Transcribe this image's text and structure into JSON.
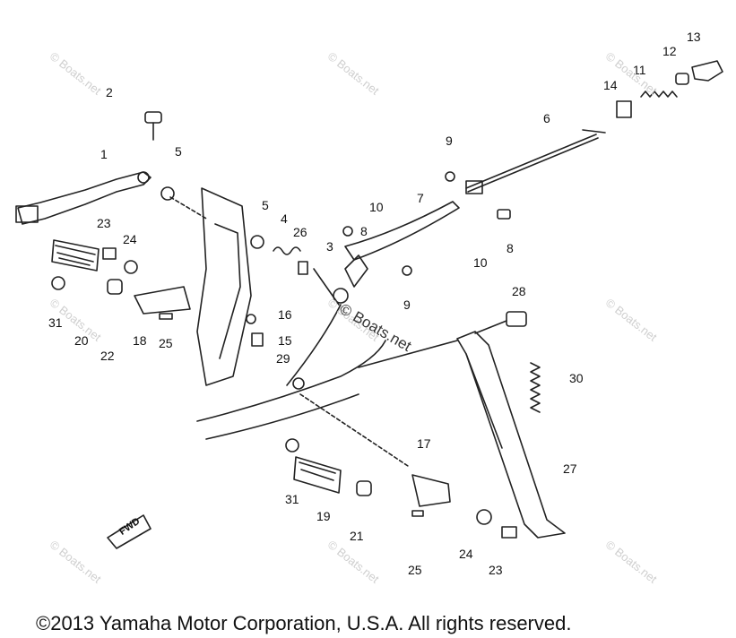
{
  "callouts": [
    "1",
    "2",
    "3",
    "4",
    "5",
    "5",
    "6",
    "7",
    "8",
    "8",
    "9",
    "9",
    "10",
    "10",
    "11",
    "12",
    "13",
    "14",
    "15",
    "16",
    "17",
    "18",
    "19",
    "20",
    "21",
    "22",
    "23",
    "23",
    "24",
    "24",
    "25",
    "25",
    "26",
    "27",
    "28",
    "29",
    "30",
    "31",
    "31"
  ],
  "watermarks": [
    "© Boats.net",
    "© Boats.net",
    "© Boats.net",
    "© Boats.net",
    "© Boats.net",
    "© Boats.net",
    "© Boats.net",
    "© Boats.net",
    "© Boats.net"
  ],
  "center_watermark": "© Boats.net",
  "direction_marker": "FWD",
  "copyright": "©2013 Yamaha Motor Corporation, U.S.A. All rights reserved."
}
